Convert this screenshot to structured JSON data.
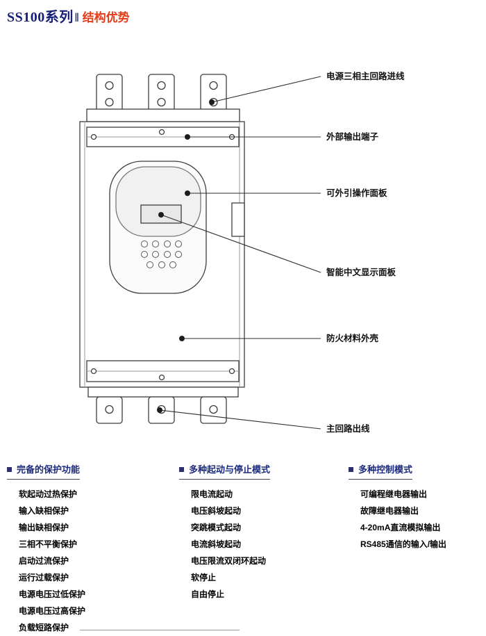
{
  "title": {
    "series": "SS100系列",
    "separator": "‖",
    "subtitle": "结构优势"
  },
  "colors": {
    "navy": "#17217a",
    "red": "#e53c17",
    "line_art": "#3c3c3c"
  },
  "callouts": [
    {
      "label": "电源三相主回路进线"
    },
    {
      "label": "外部输出端子"
    },
    {
      "label": "可外引操作面板"
    },
    {
      "label": "智能中文显示面板"
    },
    {
      "label": "防火材料外壳"
    },
    {
      "label": "主回路出线"
    }
  ],
  "features": {
    "columns": [
      {
        "heading": "完备的保护功能",
        "items": [
          "软起动过热保护",
          "输入缺相保护",
          "输出缺相保护",
          "三相不平衡保护",
          "启动过流保护",
          "运行过载保护",
          "电源电压过低保护",
          "电源电压过高保护",
          "负载短路保护"
        ]
      },
      {
        "heading": "多种起动与停止模式",
        "items": [
          "限电流起动",
          "电压斜坡起动",
          "突跳模式起动",
          "电流斜坡起动",
          "电压限流双闭环起动",
          "软停止",
          "自由停止"
        ]
      },
      {
        "heading": "多种控制模式",
        "items": [
          "可编程继电器输出",
          "故障继电器输出",
          "4-20mA直流模拟输出",
          "RS485通信的输入/输出"
        ]
      }
    ]
  }
}
